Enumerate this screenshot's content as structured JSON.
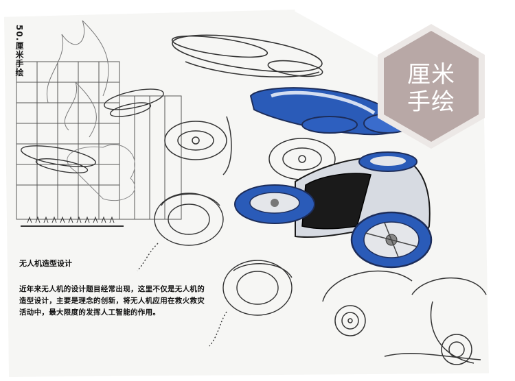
{
  "badge": {
    "title": "厘米手绘",
    "color": "#b8a8a6",
    "border_color": "#ece8e6"
  },
  "side_label": "50.厘米手绘",
  "caption": {
    "title": "无人机造型设计",
    "body": "近年来无人机的设计题目经常出现，这里不仅是无人机的造型设计，主要是理念的创新，将无人机应用在救火救灾活动中，最大限度的发挥人工智能的作用。"
  },
  "colors": {
    "marker_blue": "#2a5bb8",
    "marker_dark": "#1d2d5a",
    "pencil": "#444444",
    "paper": "#f6f6f4"
  },
  "icons": [
    "drone-sketch",
    "burning-building-sketch",
    "wheel-sketch",
    "turbine-sketch"
  ]
}
